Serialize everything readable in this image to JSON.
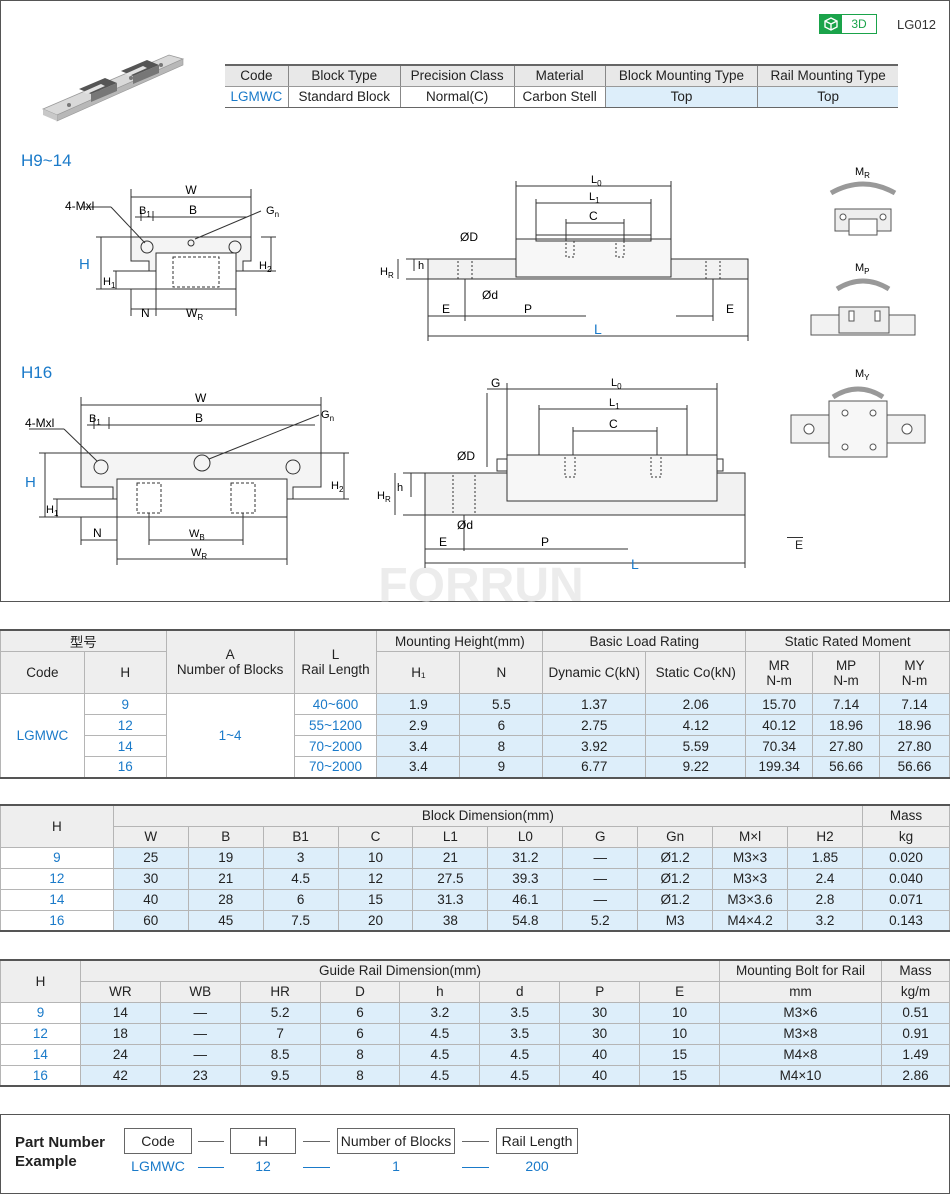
{
  "header": {
    "badge": "3D",
    "page_code": "LG012"
  },
  "spec": {
    "headers": [
      "Code",
      "Block Type",
      "Precision Class",
      "Material",
      "Block Mounting Type",
      "Rail Mounting Type"
    ],
    "values": [
      "LGMWC",
      "Standard Block",
      "Normal(C)",
      "Carbon Stell",
      "Top",
      "Top"
    ]
  },
  "sections": {
    "h9_14": "H9~14",
    "h16": "H16"
  },
  "diagram_labels": {
    "w": "W",
    "b": "B",
    "b1": "B",
    "b1_sub": "1",
    "mxl": "4-Mxl",
    "gn": "G",
    "gn_sub": "n",
    "h": "H",
    "h1": "H",
    "h1_sub": "1",
    "h2": "H",
    "h2_sub": "2",
    "n": "N",
    "wr": "W",
    "wr_sub": "R",
    "wb": "W",
    "wb_sub": "B",
    "l0": "L",
    "l0_sub": "0",
    "l1": "L",
    "l1_sub": "1",
    "c": "C",
    "od": "ØD",
    "od_small": "Ød",
    "hr": "H",
    "hr_sub": "R",
    "h_small": "h",
    "e": "E",
    "p": "P",
    "l": "L",
    "g": "G",
    "mr": "M",
    "mr_sub": "R",
    "mp": "M",
    "mp_sub": "P",
    "my": "M",
    "my_sub": "Y",
    "watermark": "FORRUN"
  },
  "table1": {
    "h_model": "型号",
    "h_a": "A",
    "h_blocks": "Number of Blocks",
    "h_l": "L",
    "h_rail": "Rail Length",
    "h_mount": "Mounting Height(mm)",
    "h_load": "Basic Load Rating",
    "h_moment": "Static Rated Moment",
    "h_code": "Code",
    "h_h": "H",
    "h_h1": "H₁",
    "h_n": "N",
    "h_dyn": "Dynamic C(kN)",
    "h_sta": "Static Co(kN)",
    "h_mr": "MR",
    "h_mp": "MP",
    "h_my": "MY",
    "h_unit": "N-m",
    "code": "LGMWC",
    "blocks": "1~4",
    "rows": [
      [
        "9",
        "40~600",
        "1.9",
        "5.5",
        "1.37",
        "2.06",
        "15.70",
        "7.14",
        "7.14"
      ],
      [
        "12",
        "55~1200",
        "2.9",
        "6",
        "2.75",
        "4.12",
        "40.12",
        "18.96",
        "18.96"
      ],
      [
        "14",
        "70~2000",
        "3.4",
        "8",
        "3.92",
        "5.59",
        "70.34",
        "27.80",
        "27.80"
      ],
      [
        "16",
        "70~2000",
        "3.4",
        "9",
        "6.77",
        "9.22",
        "199.34",
        "56.66",
        "56.66"
      ]
    ]
  },
  "table2": {
    "h_h": "H",
    "h_block": "Block Dimension(mm)",
    "h_mass": "Mass",
    "h_kg": "kg",
    "cols": [
      "W",
      "B",
      "B1",
      "C",
      "L1",
      "L0",
      "G",
      "Gn",
      "M×l",
      "H2"
    ],
    "rows": [
      [
        "9",
        "25",
        "19",
        "3",
        "10",
        "21",
        "31.2",
        "—",
        "Ø1.2",
        "M3×3",
        "1.85",
        "0.020"
      ],
      [
        "12",
        "30",
        "21",
        "4.5",
        "12",
        "27.5",
        "39.3",
        "—",
        "Ø1.2",
        "M3×3",
        "2.4",
        "0.040"
      ],
      [
        "14",
        "40",
        "28",
        "6",
        "15",
        "31.3",
        "46.1",
        "—",
        "Ø1.2",
        "M3×3.6",
        "2.8",
        "0.071"
      ],
      [
        "16",
        "60",
        "45",
        "7.5",
        "20",
        "38",
        "54.8",
        "5.2",
        "M3",
        "M4×4.2",
        "3.2",
        "0.143"
      ]
    ]
  },
  "table3": {
    "h_h": "H",
    "h_rail": "Guide Rail Dimension(mm)",
    "h_bolt": "Mounting Bolt for Rail",
    "h_mass": "Mass",
    "cols": [
      "WR",
      "WB",
      "HR",
      "D",
      "h",
      "d",
      "P",
      "E"
    ],
    "h_mm": "mm",
    "h_kgm": "kg/m",
    "rows": [
      [
        "9",
        "14",
        "—",
        "5.2",
        "6",
        "3.2",
        "3.5",
        "30",
        "10",
        "M3×6",
        "0.51"
      ],
      [
        "12",
        "18",
        "—",
        "7",
        "6",
        "4.5",
        "3.5",
        "30",
        "10",
        "M3×8",
        "0.91"
      ],
      [
        "14",
        "24",
        "—",
        "8.5",
        "8",
        "4.5",
        "4.5",
        "40",
        "15",
        "M4×8",
        "1.49"
      ],
      [
        "16",
        "42",
        "23",
        "9.5",
        "8",
        "4.5",
        "4.5",
        "40",
        "15",
        "M4×10",
        "2.86"
      ]
    ]
  },
  "part_number": {
    "title_line1": "Part Number",
    "title_line2": "Example",
    "fields": [
      "Code",
      "H",
      "Number of Blocks",
      "Rail Length"
    ],
    "values": [
      "LGMWC",
      "12",
      "1",
      "200"
    ]
  },
  "colors": {
    "accent_blue": "#1a7ac9",
    "badge_green": "#1aa34a",
    "cell_blue": "#ddeefa"
  }
}
